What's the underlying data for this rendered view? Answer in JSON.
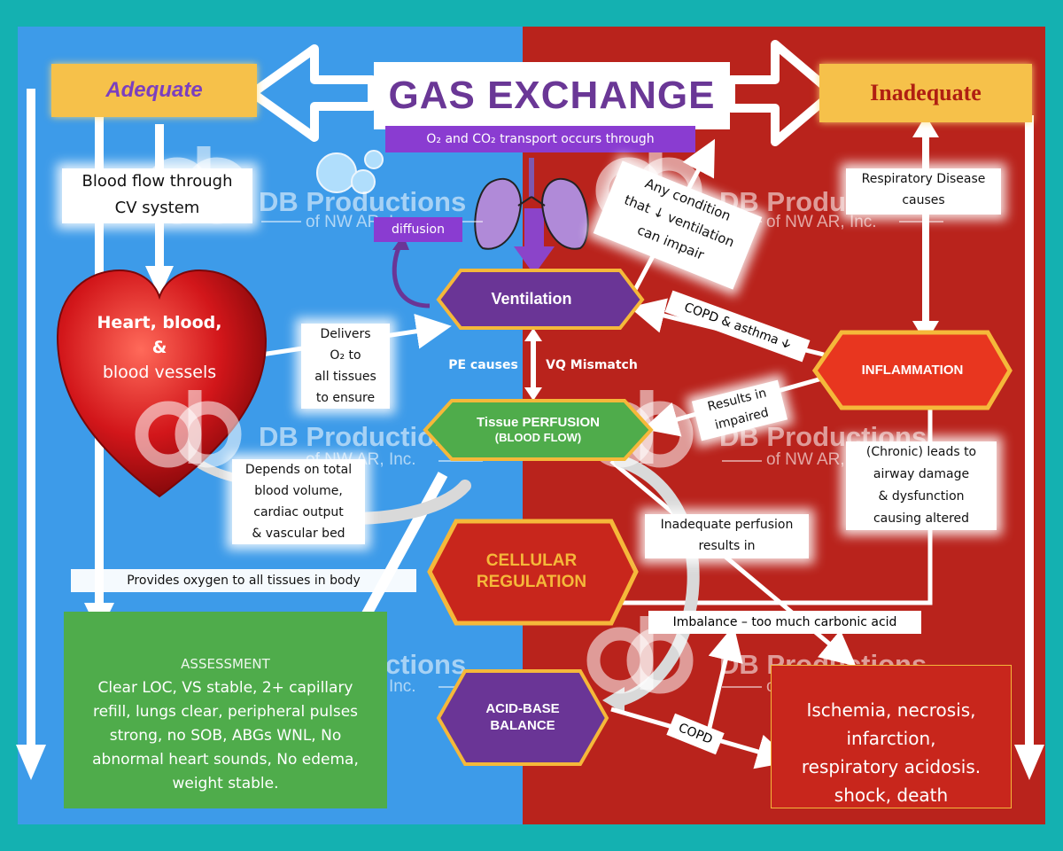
{
  "title": {
    "main": "GAS EXCHANGE",
    "subtitle": "O₂ and CO₂ transport occurs through"
  },
  "sides": {
    "left": "Adequate",
    "right": "Inadequate"
  },
  "nodes": {
    "ventilation": "Ventilation",
    "perfusion_line1": "Tissue PERFUSION",
    "perfusion_line2": "(BLOOD FLOW)",
    "inflammation": "INFLAMMATION",
    "cellular_line1": "CELLULAR",
    "cellular_line2": "REGULATION",
    "acidbase_line1": "ACID-BASE",
    "acidbase_line2": "BALANCE",
    "heart_line1": "Heart, blood,",
    "heart_line2": "&",
    "heart_line3": "blood vessels"
  },
  "labels": {
    "diffusion": "diffusion",
    "blood_flow_line1": "Blood flow through",
    "blood_flow_line2": "CV system",
    "delivers_line1": "Delivers",
    "delivers_line2": "O₂ to",
    "delivers_line3": "all tissues",
    "delivers_line4": "to ensure",
    "pe_causes": "PE causes",
    "vq_mismatch": "VQ Mismatch",
    "depends_line1": "Depends on total",
    "depends_line2": "blood volume,",
    "depends_line3": "cardiac output",
    "depends_line4": "& vascular bed",
    "provides": "Provides oxygen to all tissues in body",
    "any_condition_line1": "Any condition",
    "any_condition_line2": "that ↓ ventilation",
    "any_condition_line3": "can impair",
    "resp_disease_line1": "Respiratory Disease",
    "resp_disease_line2": "causes",
    "copd_asthma": "COPD & asthma 🡫",
    "results_line1": "Results in",
    "results_line2": "impaired",
    "chronic_line1": "(Chronic) leads to",
    "chronic_line2": "airway damage",
    "chronic_line3": "& dysfunction",
    "chronic_line4": "causing altered",
    "inadequate_perf_line1": "Inadequate perfusion",
    "inadequate_perf_line2": "results in",
    "imbalance": "Imbalance – too much carbonic acid",
    "copd": "COPD"
  },
  "assessment": {
    "heading": "ASSESSMENT",
    "line1": "Clear LOC, VS stable, 2+ capillary",
    "line2": "refill, lungs clear, peripheral pulses",
    "line3": "strong, no SOB, ABGs WNL, No",
    "line4": "abnormal heart sounds, No edema,",
    "line5": "weight stable."
  },
  "outcome": {
    "line1": "Ischemia, necrosis,",
    "line2": "infarction,",
    "line3": "respiratory acidosis.",
    "line4": "shock, death"
  },
  "watermark": {
    "name": "DB Productions",
    "sub": "of NW AR, Inc.",
    "logo": "db"
  },
  "colors": {
    "teal_border": "#14b1b1",
    "left_bg": "#3d9be9",
    "right_bg": "#b9231c",
    "title_purple": "#6a3796",
    "node_purple": "#6a3596",
    "node_green": "#4fac4b",
    "node_red": "#c8261c",
    "node_gold": "#f5b83a",
    "side_box": "#f6c14a"
  }
}
